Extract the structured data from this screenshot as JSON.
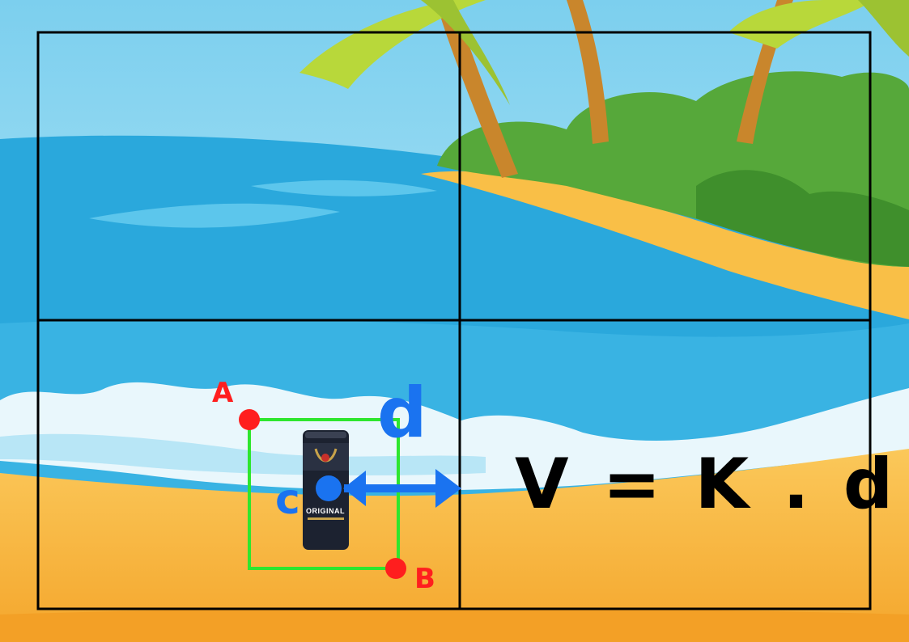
{
  "labels": {
    "point_a": "A",
    "point_b": "B",
    "center": "c",
    "distance": "d"
  },
  "formula": {
    "text": "V = K . d"
  },
  "can": {
    "label": "ORIGINAL"
  },
  "colors": {
    "grid_lines": "#000000",
    "bounding_box": "#2ee62e",
    "corner_points": "#ff1e1e",
    "center_and_arrow": "#1a73f0",
    "sky": "#a6e3f5",
    "sea": "#2aa8dc",
    "sand": "#f9bf47",
    "foliage": "#56a83a"
  }
}
